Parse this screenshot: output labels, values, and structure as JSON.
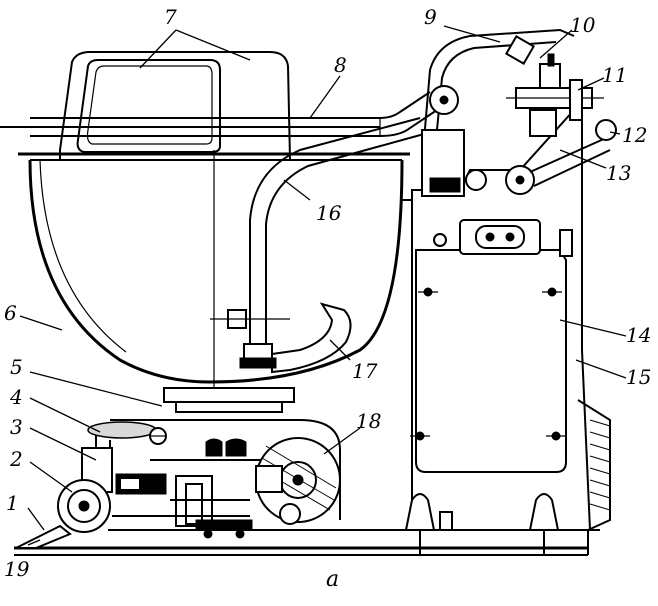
{
  "figure": {
    "caption": "а",
    "callouts": [
      {
        "id": "1",
        "text": "1"
      },
      {
        "id": "2",
        "text": "2"
      },
      {
        "id": "3",
        "text": "3"
      },
      {
        "id": "4",
        "text": "4"
      },
      {
        "id": "5",
        "text": "5"
      },
      {
        "id": "6",
        "text": "6"
      },
      {
        "id": "7",
        "text": "7"
      },
      {
        "id": "8",
        "text": "8"
      },
      {
        "id": "9",
        "text": "9"
      },
      {
        "id": "10",
        "text": "10"
      },
      {
        "id": "11",
        "text": "11"
      },
      {
        "id": "12",
        "text": "12"
      },
      {
        "id": "13",
        "text": "13"
      },
      {
        "id": "14",
        "text": "14"
      },
      {
        "id": "15",
        "text": "15"
      },
      {
        "id": "16",
        "text": "16"
      },
      {
        "id": "17",
        "text": "17"
      },
      {
        "id": "18",
        "text": "18"
      },
      {
        "id": "19",
        "text": "19"
      }
    ]
  }
}
